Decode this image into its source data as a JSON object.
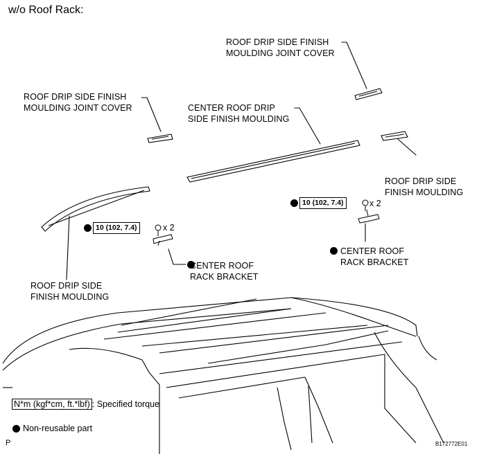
{
  "header": {
    "title": "w/o Roof Rack:"
  },
  "labels": {
    "joint_cover_top": [
      "ROOF DRIP SIDE FINISH",
      "MOULDING JOINT COVER"
    ],
    "joint_cover_left": [
      "ROOF DRIP SIDE FINISH",
      "MOULDING JOINT COVER"
    ],
    "center_moulding": [
      "CENTER ROOF DRIP",
      "SIDE FINISH MOULDING"
    ],
    "finish_moulding_right": [
      "ROOF DRIP SIDE",
      "FINISH MOULDING"
    ],
    "finish_moulding_left": [
      "ROOF DRIP SIDE",
      "FINISH MOULDING"
    ],
    "bracket_left": [
      "CENTER ROOF",
      "RACK BRACKET"
    ],
    "bracket_right": [
      "CENTER ROOF",
      "RACK BRACKET"
    ]
  },
  "torque": {
    "left": {
      "value": "10 (102, 7.4)",
      "qty": "x 2"
    },
    "right": {
      "value": "10 (102, 7.4)",
      "qty": "x 2"
    }
  },
  "legend": {
    "torque_unit": "N*m (kgf*cm, ft.*lbf)",
    "torque_text": ": Specified torque",
    "nonreusable": "Non-reusable part"
  },
  "footer": {
    "left_code": "P",
    "right_code": "B172772E01"
  }
}
